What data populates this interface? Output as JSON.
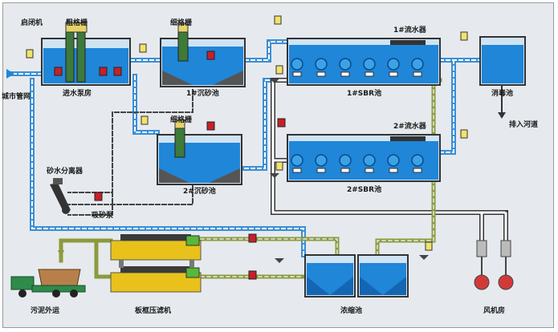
{
  "labels": {
    "gate_room": "启闭机",
    "coarse_screen": "粗格栅",
    "fine_screen_1": "细格栅",
    "fine_screen_2": "细格栅",
    "city_pipe": "城市管网",
    "inlet_pump_room": "进水泵房",
    "grit_1": "1#沉砂池",
    "grit_2": "2#沉砂池",
    "sbr_1": "1#SBR池",
    "sbr_2": "2#SBR池",
    "flow_meter_1": "1#流水器",
    "flow_meter_2": "2#流水器",
    "disinfection": "消毒池",
    "discharge": "排入河道",
    "sand_separator": "砂水分离器",
    "sand_pump": "吸砂泵",
    "sludge_out": "污泥外运",
    "filter_press": "板框压滤机",
    "thickener": "浓缩池",
    "blower_room": "风机房"
  },
  "colors": {
    "water": "#1f86d8",
    "water_dark": "#1466b3",
    "pipe_blue": "#3b8fd4",
    "pipe_dark": "#555555",
    "pipe_white": "#ffffff",
    "pipe_olive": "#8c9a3c",
    "sensor_yellow": "#f1e36a",
    "valve_red": "#c8202a",
    "press_yellow": "#e8c21a",
    "press_green": "#57b83a",
    "truck_green": "#2e8b4a",
    "sludge_brown": "#b7804a"
  }
}
